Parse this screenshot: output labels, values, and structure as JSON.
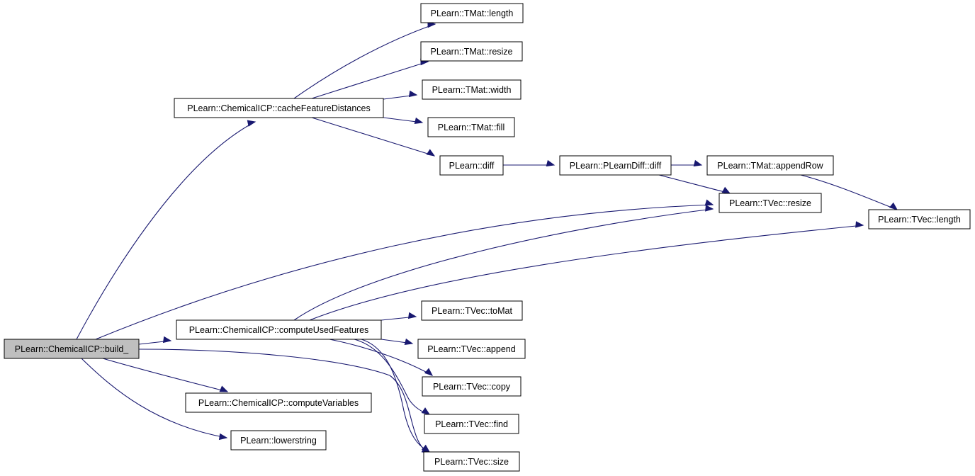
{
  "graph": {
    "edge_color": "#191970",
    "node_fill": "#ffffff",
    "root_fill": "#bfbfbf",
    "nodes": {
      "build": {
        "label": "PLearn::ChemicalICP::build_"
      },
      "cacheFeatureDistances": {
        "label": "PLearn::ChemicalICP::cacheFeatureDistances"
      },
      "computeUsedFeatures": {
        "label": "PLearn::ChemicalICP::computeUsedFeatures"
      },
      "computeVariables": {
        "label": "PLearn::ChemicalICP::computeVariables"
      },
      "lowerstring": {
        "label": "PLearn::lowerstring"
      },
      "tmatLength": {
        "label": "PLearn::TMat::length"
      },
      "tmatResize": {
        "label": "PLearn::TMat::resize"
      },
      "tmatWidth": {
        "label": "PLearn::TMat::width"
      },
      "tmatFill": {
        "label": "PLearn::TMat::fill"
      },
      "diff": {
        "label": "PLearn::diff"
      },
      "plearnDiff": {
        "label": "PLearn::PLearnDiff::diff"
      },
      "appendRow": {
        "label": "PLearn::TMat::appendRow"
      },
      "tvecResize": {
        "label": "PLearn::TVec::resize"
      },
      "tvecLength": {
        "label": "PLearn::TVec::length"
      },
      "toMat": {
        "label": "PLearn::TVec::toMat"
      },
      "append": {
        "label": "PLearn::TVec::append"
      },
      "copy": {
        "label": "PLearn::TVec::copy"
      },
      "find": {
        "label": "PLearn::TVec::find"
      },
      "size": {
        "label": "PLearn::TVec::size"
      }
    }
  }
}
